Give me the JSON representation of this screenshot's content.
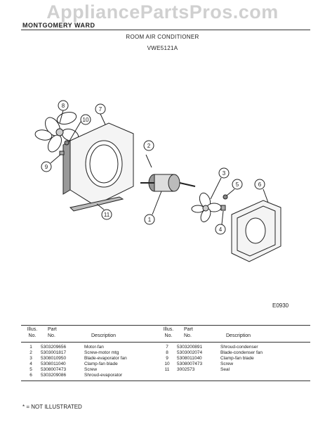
{
  "watermark": "AppliancePartsPros.com",
  "brand": "MONTGOMERY WARD",
  "title": "ROOM AIR CONDITIONER",
  "model": "VWE5121A",
  "figure_code": "E0930",
  "callouts": [
    "8",
    "7",
    "10",
    "9",
    "2",
    "11",
    "1",
    "3",
    "5",
    "6",
    "4"
  ],
  "table": {
    "headers": {
      "illus": "Illus.",
      "no": "No.",
      "part": "Part",
      "part_no": "No.",
      "description": "Description"
    },
    "left": [
      {
        "illus": "1",
        "part": "5303209656",
        "desc": "Motor-fan"
      },
      {
        "illus": "2",
        "part": "5303001817",
        "desc": "Screw-motor mtg"
      },
      {
        "illus": "3",
        "part": "5308010950",
        "desc": "Blade-evaporator fan"
      },
      {
        "illus": "4",
        "part": "5308011040",
        "desc": "Clamp-fan blade"
      },
      {
        "illus": "5",
        "part": "5308007473",
        "desc": "Screw"
      },
      {
        "illus": "6",
        "part": "5303209086",
        "desc": "Shroud-evaporator"
      }
    ],
    "right": [
      {
        "illus": "7",
        "part": "5303200891",
        "desc": "Shroud-condenser"
      },
      {
        "illus": "8",
        "part": "5303002074",
        "desc": "Blade-condenser fan"
      },
      {
        "illus": "9",
        "part": "5308011040",
        "desc": "Clamp-fan blade"
      },
      {
        "illus": "10",
        "part": "5308007473",
        "desc": "Screw"
      },
      {
        "illus": "11",
        "part": "3002573",
        "desc": "Seal"
      }
    ]
  },
  "footnote": "* = NOT ILLUSTRATED"
}
